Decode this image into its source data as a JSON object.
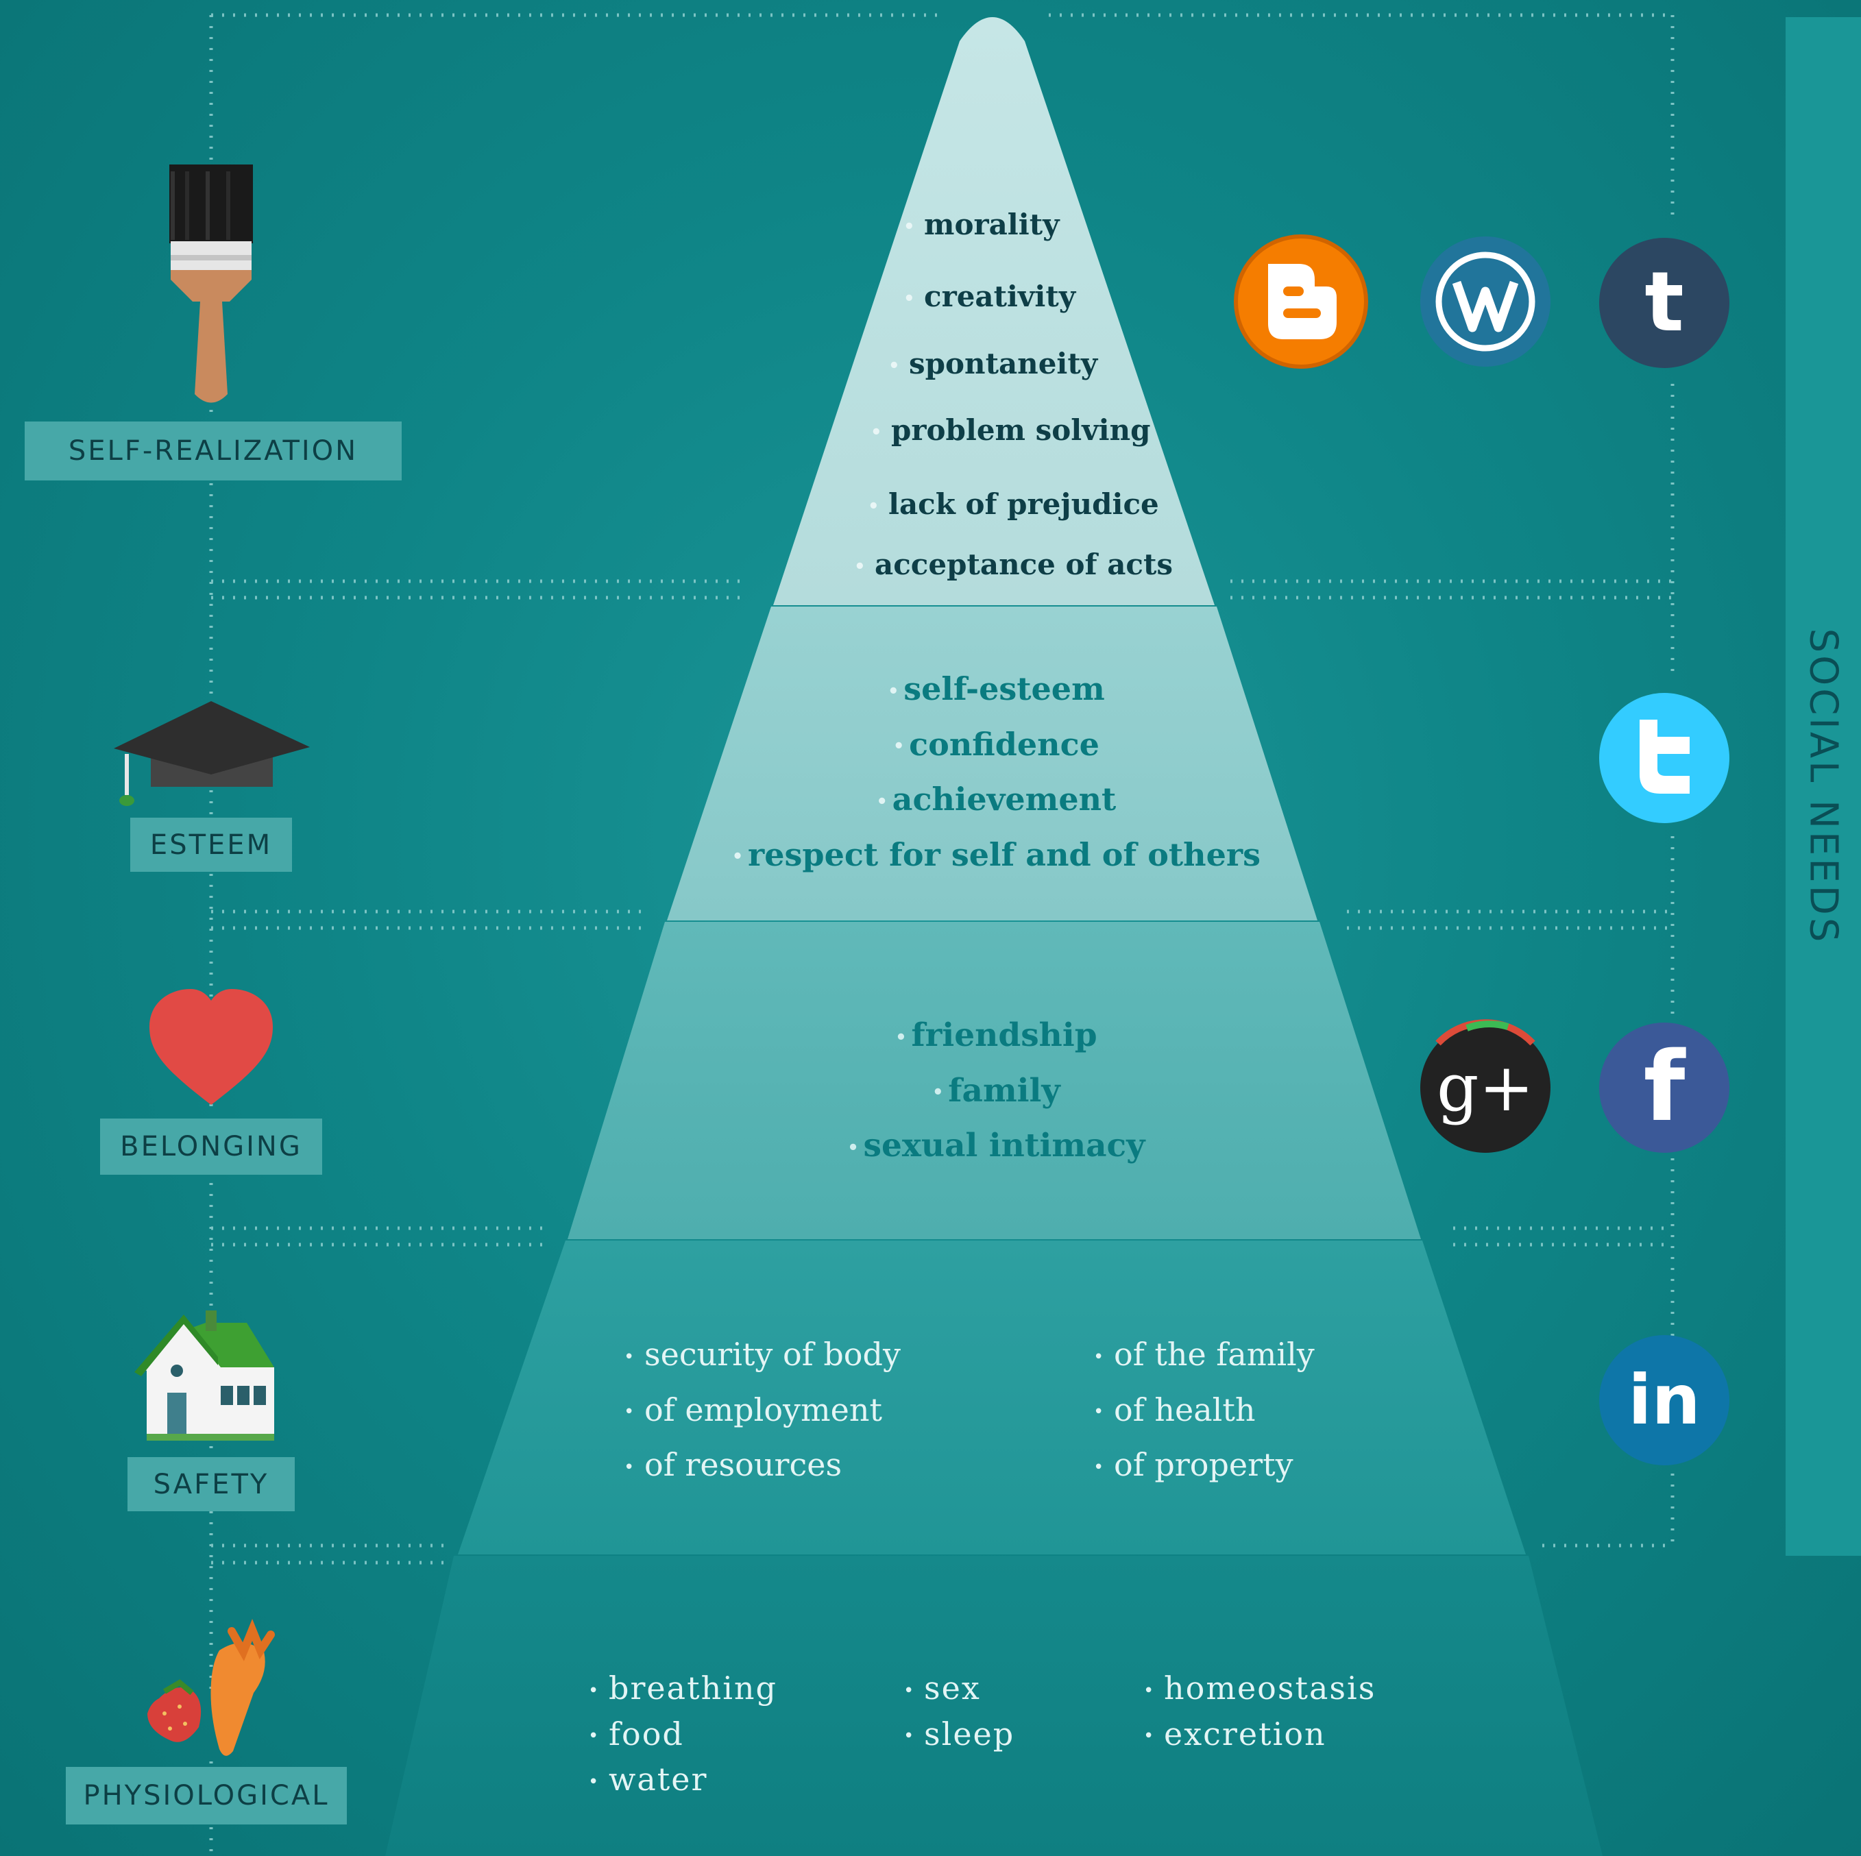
{
  "levels": [
    {
      "name": "SELF-REALIZATION",
      "items": [
        "morality",
        "creativity",
        "spontaneity",
        "problem solving",
        "lack of prejudice",
        "acceptance of acts"
      ]
    },
    {
      "name": "ESTEEM",
      "items": [
        "self-esteem",
        "confidence",
        "achievement",
        "respect for self and  of others"
      ]
    },
    {
      "name": "BELONGING",
      "items": [
        "friendship",
        "family",
        "sexual intimacy"
      ]
    },
    {
      "name": "SAFETY",
      "items_left": [
        "security of body",
        "of employment",
        "of resources"
      ],
      "items_right": [
        "of the family",
        "of health",
        "of property"
      ]
    },
    {
      "name": "PHYSIOLOGICAL",
      "items_col1": [
        "breathing",
        "food",
        "water"
      ],
      "items_col2": [
        "sex",
        "sleep"
      ],
      "items_col3": [
        "homeostasis",
        "excretion"
      ]
    }
  ],
  "social_needs_label": "SOCIAL NEEDS",
  "icons": {
    "blogger": "blogger-icon",
    "wordpress": "wordpress-icon",
    "tumblr": "tumblr-icon",
    "twitter": "twitter-icon",
    "google_plus": "google-plus-icon",
    "facebook": "facebook-icon",
    "linkedin": "linkedin-icon"
  },
  "icon_glyphs": {
    "tumblr": "t",
    "google_plus": "g+",
    "facebook": "f",
    "linkedin": "in"
  },
  "colors": {
    "background": "#0f8587",
    "label_bg": "#47a8a8",
    "blogger": "#f57d00",
    "wordpress": "#21759b",
    "tumblr": "#2c4762",
    "twitter": "#33ccff",
    "facebook": "#3b5998",
    "linkedin": "#0e76a8",
    "heart": "#e14a45"
  }
}
